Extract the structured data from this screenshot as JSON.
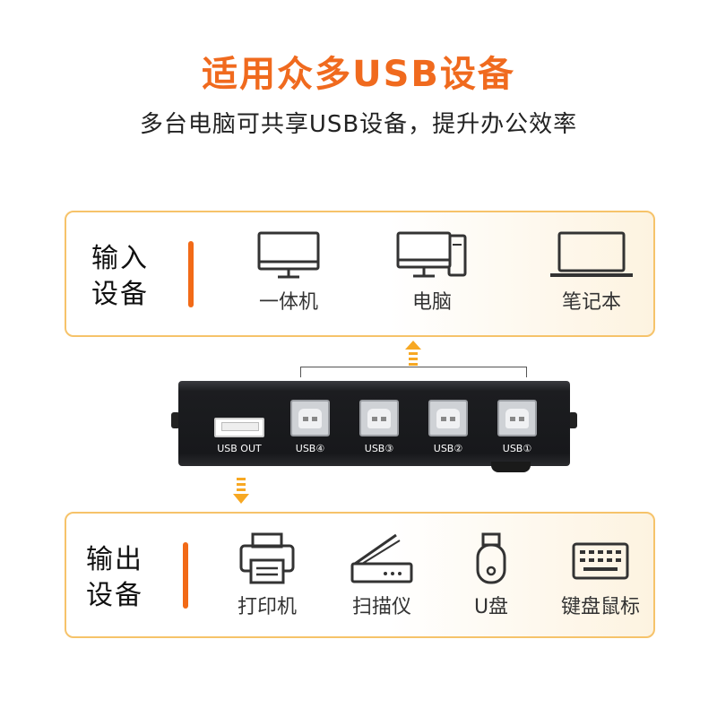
{
  "title": "适用众多USB设备",
  "subtitle": "多台电脑可共享USB设备，提升办公效率",
  "input_panel": {
    "label_line1": "输入",
    "label_line2": "设备",
    "devices": [
      {
        "label": "一体机",
        "icon": "all-in-one-pc-icon"
      },
      {
        "label": "电脑",
        "icon": "desktop-computer-icon"
      },
      {
        "label": "笔记本",
        "icon": "laptop-icon"
      }
    ]
  },
  "hub": {
    "usb_out_label": "USB OUT",
    "ports": [
      "USB④",
      "USB③",
      "USB②",
      "USB①"
    ]
  },
  "output_panel": {
    "label_line1": "输出",
    "label_line2": "设备",
    "devices": [
      {
        "label": "打印机",
        "icon": "printer-icon"
      },
      {
        "label": "扫描仪",
        "icon": "scanner-icon"
      },
      {
        "label": "U盘",
        "icon": "usb-flash-drive-icon"
      },
      {
        "label": "键盘鼠标",
        "icon": "keyboard-icon"
      }
    ]
  },
  "colors": {
    "accent": "#f06a1e",
    "panel_border": "#f6c36a",
    "arrow": "#f7a823"
  }
}
